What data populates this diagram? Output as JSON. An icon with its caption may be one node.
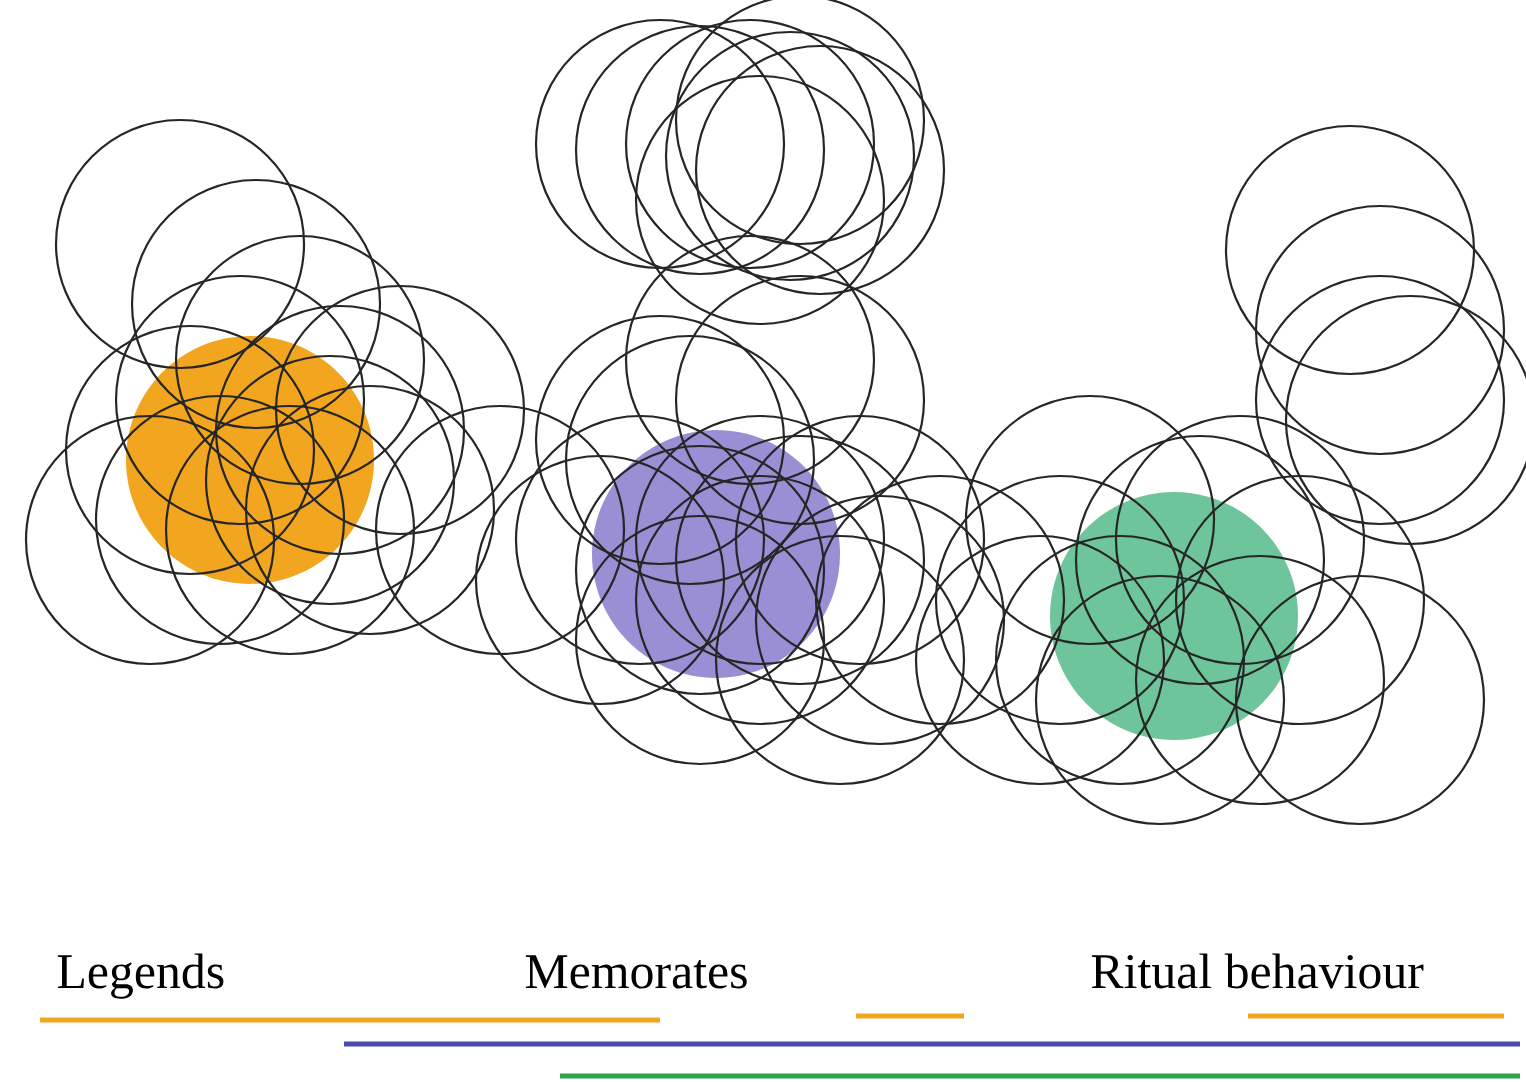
{
  "diagram": {
    "labels": [
      "Legends",
      "Memorates",
      "Ritual behaviour"
    ]
  }
}
